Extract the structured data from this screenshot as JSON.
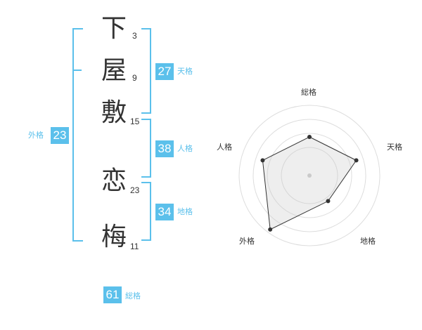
{
  "name_chars": [
    {
      "char": "下",
      "strokes": "3"
    },
    {
      "char": "屋",
      "strokes": "9"
    },
    {
      "char": "敷",
      "strokes": "15"
    },
    {
      "char": "恋",
      "strokes": "23"
    },
    {
      "char": "梅",
      "strokes": "11"
    }
  ],
  "grades": {
    "tenkaku": {
      "value": "27",
      "label": "天格"
    },
    "jinkaku": {
      "value": "38",
      "label": "人格"
    },
    "chikaku": {
      "value": "34",
      "label": "地格"
    },
    "gaikaku": {
      "value": "23",
      "label": "外格"
    },
    "soukaku": {
      "value": "61",
      "label": "総格"
    }
  },
  "radar": {
    "labels": [
      "総格",
      "天格",
      "地格",
      "外格",
      "人格"
    ],
    "levels": [
      0.55,
      0.7,
      0.45,
      0.95,
      0.7
    ]
  },
  "colors": {
    "accent": "#5bc0eb",
    "text": "#333333"
  }
}
